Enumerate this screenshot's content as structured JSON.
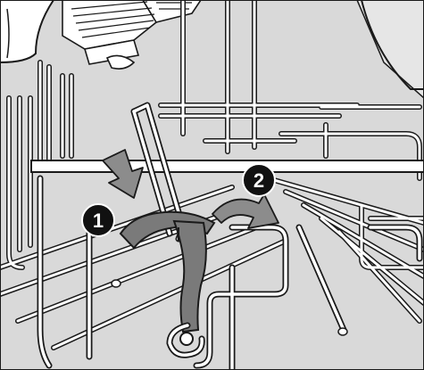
{
  "figure": {
    "steps": [
      {
        "number": "1",
        "action": "press-down"
      },
      {
        "number": "2",
        "action": "turn-right"
      }
    ],
    "colors": {
      "background": "#d9d9d9",
      "rack_wire": "#ffffff",
      "outline": "#1a1a1a",
      "tool": "#7a7a7a",
      "arrow": "#8c8c8c",
      "callout": "#111111"
    },
    "icons": [
      "down-arrow-icon",
      "curved-arrow-icon",
      "spanner-tool-icon"
    ]
  }
}
